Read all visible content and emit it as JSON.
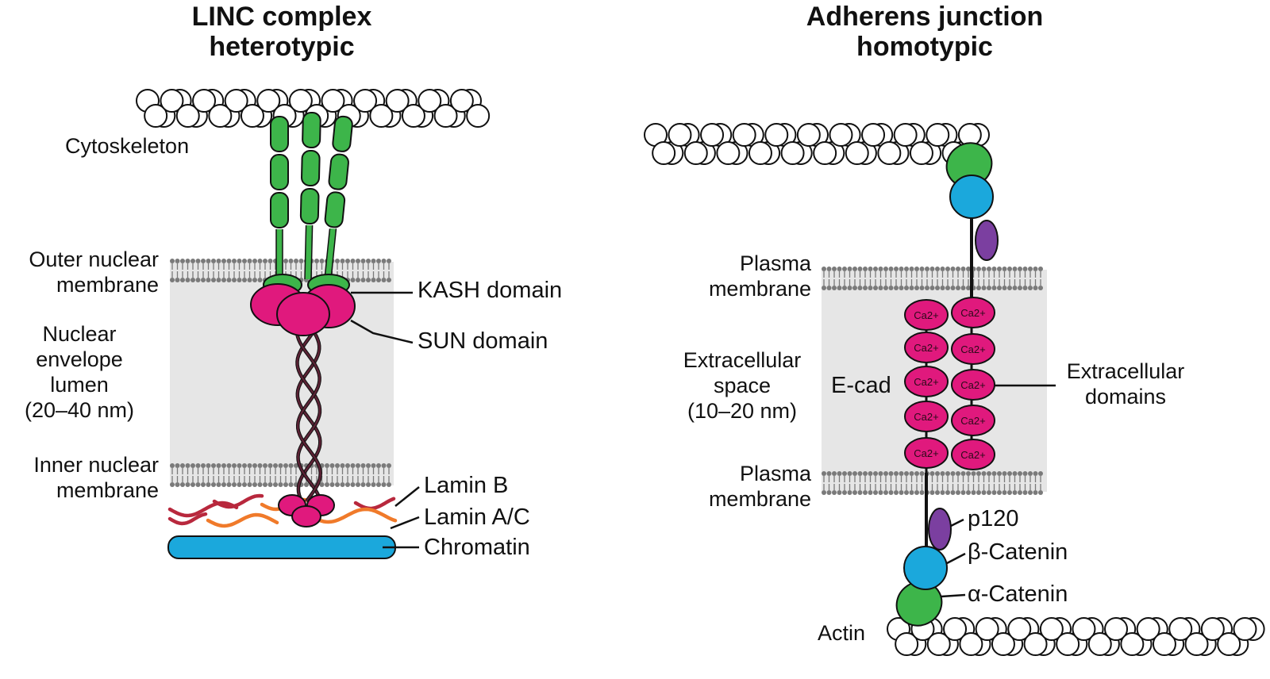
{
  "panels": {
    "linc": {
      "title_line1": "LINC complex",
      "title_line2": "heterotypic",
      "labels": {
        "cytoskeleton": "Cytoskeleton",
        "outer_membrane_1": "Outer nuclear",
        "outer_membrane_2": "membrane",
        "lumen_1": "Nuclear",
        "lumen_2": "envelope",
        "lumen_3": "lumen",
        "lumen_4": "(20–40 nm)",
        "inner_membrane_1": "Inner nuclear",
        "inner_membrane_2": "membrane",
        "kash": "KASH domain",
        "sun": "SUN domain",
        "lamin_b": "Lamin B",
        "lamin_ac": "Lamin A/C",
        "chromatin": "Chromatin"
      }
    },
    "adherens": {
      "title_line1": "Adherens junction",
      "title_line2": "homotypic",
      "labels": {
        "plasma_top_1": "Plasma",
        "plasma_top_2": "membrane",
        "extracellular_1": "Extracellular",
        "extracellular_2": "space",
        "extracellular_3": "(10–20 nm)",
        "ecad": "E-cad",
        "domains_1": "Extracellular",
        "domains_2": "domains",
        "plasma_bottom_1": "Plasma",
        "plasma_bottom_2": "membrane",
        "p120": "p120",
        "beta_catenin": "β-Catenin",
        "alpha_catenin": "α-Catenin",
        "actin": "Actin",
        "ca_label": "Ca2+"
      }
    }
  },
  "colors": {
    "lumen_fill": "#e6e6e6",
    "membrane": "#7a7a7a",
    "green": "#3db54a",
    "magenta": "#e0197d",
    "purple": "#7b3fa0",
    "blue": "#1ba8dc",
    "lamin_b": "#b8283d",
    "lamin_ac": "#f07a2a",
    "sun_coil": "#5c2235",
    "outline": "#111111"
  }
}
